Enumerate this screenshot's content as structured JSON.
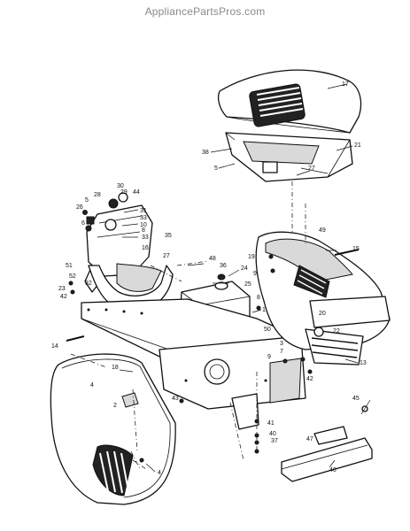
{
  "watermark": "AppliancePartsPros.com",
  "callouts": [
    {
      "id": "c17",
      "label": "17"
    },
    {
      "id": "c38",
      "label": "38"
    },
    {
      "id": "c21",
      "label": "21"
    },
    {
      "id": "c5a",
      "label": "5"
    },
    {
      "id": "c27a",
      "label": "27"
    },
    {
      "id": "c30",
      "label": "30"
    },
    {
      "id": "c28",
      "label": "28"
    },
    {
      "id": "c44",
      "label": "44"
    },
    {
      "id": "c29",
      "label": "29"
    },
    {
      "id": "c5b",
      "label": "5"
    },
    {
      "id": "c31",
      "label": "31"
    },
    {
      "id": "c26",
      "label": "26"
    },
    {
      "id": "c33a",
      "label": "33"
    },
    {
      "id": "c10",
      "label": "10"
    },
    {
      "id": "c6",
      "label": "6"
    },
    {
      "id": "c8a",
      "label": "8"
    },
    {
      "id": "c33b",
      "label": "33"
    },
    {
      "id": "c35",
      "label": "35"
    },
    {
      "id": "c16",
      "label": "16"
    },
    {
      "id": "c27b",
      "label": "27"
    },
    {
      "id": "c48",
      "label": "48"
    },
    {
      "id": "c36",
      "label": "36"
    },
    {
      "id": "c24",
      "label": "24"
    },
    {
      "id": "c51",
      "label": "51"
    },
    {
      "id": "c52",
      "label": "52"
    },
    {
      "id": "c32",
      "label": "32"
    },
    {
      "id": "c23",
      "label": "23"
    },
    {
      "id": "c42a",
      "label": "42"
    },
    {
      "id": "c25",
      "label": "25"
    },
    {
      "id": "c49",
      "label": "49"
    },
    {
      "id": "c15",
      "label": "15"
    },
    {
      "id": "c19",
      "label": "19"
    },
    {
      "id": "c9a",
      "label": "9"
    },
    {
      "id": "c8b",
      "label": "8"
    },
    {
      "id": "c1",
      "label": "1"
    },
    {
      "id": "c50",
      "label": "50"
    },
    {
      "id": "c20",
      "label": "20"
    },
    {
      "id": "c22",
      "label": "22"
    },
    {
      "id": "c3",
      "label": "3"
    },
    {
      "id": "c7",
      "label": "7"
    },
    {
      "id": "c9b",
      "label": "9"
    },
    {
      "id": "c42b",
      "label": "42"
    },
    {
      "id": "c13",
      "label": "13"
    },
    {
      "id": "c14",
      "label": "14"
    },
    {
      "id": "c18",
      "label": "18"
    },
    {
      "id": "c4a",
      "label": "4"
    },
    {
      "id": "c2",
      "label": "2"
    },
    {
      "id": "c43",
      "label": "43"
    },
    {
      "id": "c45",
      "label": "45"
    },
    {
      "id": "c41",
      "label": "41"
    },
    {
      "id": "c40",
      "label": "40"
    },
    {
      "id": "c37",
      "label": "37"
    },
    {
      "id": "c47",
      "label": "47"
    },
    {
      "id": "c46",
      "label": "46"
    },
    {
      "id": "c4b",
      "label": "4"
    }
  ]
}
